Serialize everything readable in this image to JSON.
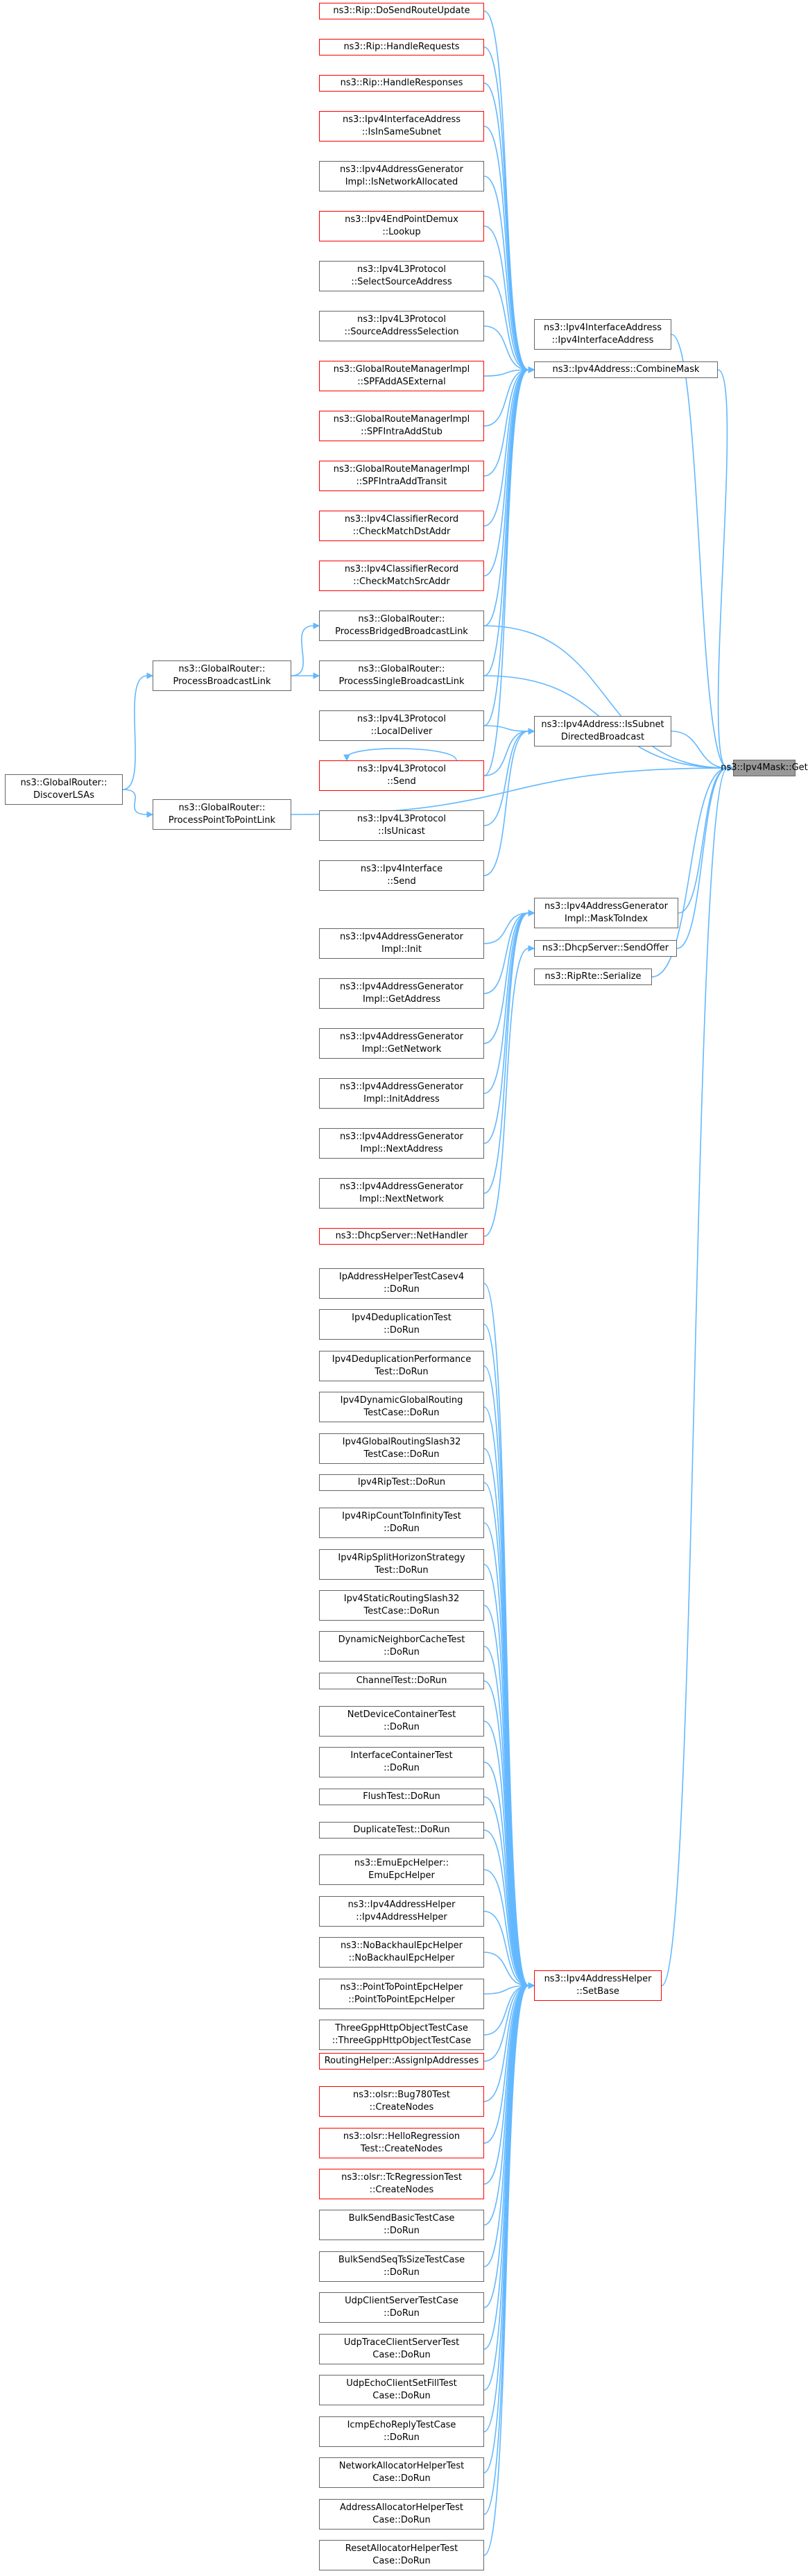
{
  "colors": {
    "edge": "#63b8ff",
    "node_border": "#666666",
    "node_border_highlight": "#ff0000",
    "target_fill": "#999999"
  },
  "nodes": [
    {
      "id": "t",
      "label": "ns3::Ipv4Mask::Get",
      "style": "target"
    },
    {
      "id": "cm",
      "label": "ns3::Ipv4Address::CombineMask",
      "style": "normal"
    },
    {
      "id": "iiaI",
      "label": "ns3::Ipv4InterfaceAddress\n::Ipv4InterfaceAddress",
      "style": "normal"
    },
    {
      "id": "isd",
      "label": "ns3::Ipv4Address::IsSubnet\nDirectedBroadcast",
      "style": "normal"
    },
    {
      "id": "mti",
      "label": "ns3::Ipv4AddressGenerator\nImpl::MaskToIndex",
      "style": "normal"
    },
    {
      "id": "dso",
      "label": "ns3::DhcpServer::SendOffer",
      "style": "normal"
    },
    {
      "id": "rrs",
      "label": "ns3::RipRte::Serialize",
      "style": "normal"
    },
    {
      "id": "sb",
      "label": "ns3::Ipv4AddressHelper\n::SetBase",
      "style": "red"
    },
    {
      "id": "rip1",
      "label": "ns3::Rip::DoSendRouteUpdate",
      "style": "red"
    },
    {
      "id": "rip2",
      "label": "ns3::Rip::HandleRequests",
      "style": "red"
    },
    {
      "id": "rip3",
      "label": "ns3::Rip::HandleResponses",
      "style": "red"
    },
    {
      "id": "iis",
      "label": "ns3::Ipv4InterfaceAddress\n::IsInSameSubnet",
      "style": "red"
    },
    {
      "id": "gna",
      "label": "ns3::Ipv4AddressGenerator\nImpl::IsNetworkAllocated",
      "style": "normal"
    },
    {
      "id": "epd",
      "label": "ns3::Ipv4EndPointDemux\n::Lookup",
      "style": "red"
    },
    {
      "id": "ssa",
      "label": "ns3::Ipv4L3Protocol\n::SelectSourceAddress",
      "style": "normal"
    },
    {
      "id": "sas",
      "label": "ns3::Ipv4L3Protocol\n::SourceAddressSelection",
      "style": "normal"
    },
    {
      "id": "spfa",
      "label": "ns3::GlobalRouteManagerImpl\n::SPFAddASExternal",
      "style": "red"
    },
    {
      "id": "spfs",
      "label": "ns3::GlobalRouteManagerImpl\n::SPFIntraAddStub",
      "style": "red"
    },
    {
      "id": "spft",
      "label": "ns3::GlobalRouteManagerImpl\n::SPFIntraAddTransit",
      "style": "red"
    },
    {
      "id": "cmd",
      "label": "ns3::Ipv4ClassifierRecord\n::CheckMatchDstAddr",
      "style": "red"
    },
    {
      "id": "cms",
      "label": "ns3::Ipv4ClassifierRecord\n::CheckMatchSrcAddr",
      "style": "red"
    },
    {
      "id": "pbbl",
      "label": "ns3::GlobalRouter::\nProcessBridgedBroadcastLink",
      "style": "normal"
    },
    {
      "id": "psbl",
      "label": "ns3::GlobalRouter::\nProcessSingleBroadcastLink",
      "style": "normal"
    },
    {
      "id": "pbl",
      "label": "ns3::GlobalRouter::\nProcessBroadcastLink",
      "style": "normal"
    },
    {
      "id": "ld",
      "label": "ns3::Ipv4L3Protocol\n::LocalDeliver",
      "style": "normal"
    },
    {
      "id": "snd",
      "label": "ns3::Ipv4L3Protocol\n::Send",
      "style": "red"
    },
    {
      "id": "dsl",
      "label": "ns3::GlobalRouter::\nDiscoverLSAs",
      "style": "normal"
    },
    {
      "id": "ppl",
      "label": "ns3::GlobalRouter::\nProcessPointToPointLink",
      "style": "normal"
    },
    {
      "id": "iuc",
      "label": "ns3::Ipv4L3Protocol\n::IsUnicast",
      "style": "normal"
    },
    {
      "id": "ifs",
      "label": "ns3::Ipv4Interface\n::Send",
      "style": "normal"
    },
    {
      "id": "ginit",
      "label": "ns3::Ipv4AddressGenerator\nImpl::Init",
      "style": "normal"
    },
    {
      "id": "gga",
      "label": "ns3::Ipv4AddressGenerator\nImpl::GetAddress",
      "style": "normal"
    },
    {
      "id": "ggn",
      "label": "ns3::Ipv4AddressGenerator\nImpl::GetNetwork",
      "style": "normal"
    },
    {
      "id": "gia",
      "label": "ns3::Ipv4AddressGenerator\nImpl::InitAddress",
      "style": "normal"
    },
    {
      "id": "gnxa",
      "label": "ns3::Ipv4AddressGenerator\nImpl::NextAddress",
      "style": "normal"
    },
    {
      "id": "gnxn",
      "label": "ns3::Ipv4AddressGenerator\nImpl::NextNetwork",
      "style": "normal"
    },
    {
      "id": "dnh",
      "label": "ns3::DhcpServer::NetHandler",
      "style": "red"
    },
    {
      "id": "c1",
      "label": "IpAddressHelperTestCasev4\n::DoRun",
      "style": "normal"
    },
    {
      "id": "c2",
      "label": "Ipv4DeduplicationTest\n::DoRun",
      "style": "normal"
    },
    {
      "id": "c3",
      "label": "Ipv4DeduplicationPerformance\nTest::DoRun",
      "style": "normal"
    },
    {
      "id": "c4",
      "label": "Ipv4DynamicGlobalRouting\nTestCase::DoRun",
      "style": "normal"
    },
    {
      "id": "c5",
      "label": "Ipv4GlobalRoutingSlash32\nTestCase::DoRun",
      "style": "normal"
    },
    {
      "id": "c6",
      "label": "Ipv4RipTest::DoRun",
      "style": "normal"
    },
    {
      "id": "c7",
      "label": "Ipv4RipCountToInfinityTest\n::DoRun",
      "style": "normal"
    },
    {
      "id": "c8",
      "label": "Ipv4RipSplitHorizonStrategy\nTest::DoRun",
      "style": "normal"
    },
    {
      "id": "c9",
      "label": "Ipv4StaticRoutingSlash32\nTestCase::DoRun",
      "style": "normal"
    },
    {
      "id": "c10",
      "label": "DynamicNeighborCacheTest\n::DoRun",
      "style": "normal"
    },
    {
      "id": "c11",
      "label": "ChannelTest::DoRun",
      "style": "normal"
    },
    {
      "id": "c12",
      "label": "NetDeviceContainerTest\n::DoRun",
      "style": "normal"
    },
    {
      "id": "c13",
      "label": "InterfaceContainerTest\n::DoRun",
      "style": "normal"
    },
    {
      "id": "c14",
      "label": "FlushTest::DoRun",
      "style": "normal"
    },
    {
      "id": "c15",
      "label": "DuplicateTest::DoRun",
      "style": "normal"
    },
    {
      "id": "c16",
      "label": "ns3::EmuEpcHelper::\nEmuEpcHelper",
      "style": "normal"
    },
    {
      "id": "c17",
      "label": "ns3::Ipv4AddressHelper\n::Ipv4AddressHelper",
      "style": "normal"
    },
    {
      "id": "c18",
      "label": "ns3::NoBackhaulEpcHelper\n::NoBackhaulEpcHelper",
      "style": "normal"
    },
    {
      "id": "c19",
      "label": "ns3::PointToPointEpcHelper\n::PointToPointEpcHelper",
      "style": "normal"
    },
    {
      "id": "c20",
      "label": "ThreeGppHttpObjectTestCase\n::ThreeGppHttpObjectTestCase",
      "style": "normal"
    },
    {
      "id": "c21",
      "label": "RoutingHelper::AssignIpAddresses",
      "style": "red"
    },
    {
      "id": "c22",
      "label": "ns3::olsr::Bug780Test\n::CreateNodes",
      "style": "red"
    },
    {
      "id": "c23",
      "label": "ns3::olsr::HelloRegression\nTest::CreateNodes",
      "style": "red"
    },
    {
      "id": "c24",
      "label": "ns3::olsr::TcRegressionTest\n::CreateNodes",
      "style": "red"
    },
    {
      "id": "c25",
      "label": "BulkSendBasicTestCase\n::DoRun",
      "style": "normal"
    },
    {
      "id": "c26",
      "label": "BulkSendSeqTsSizeTestCase\n::DoRun",
      "style": "normal"
    },
    {
      "id": "c27",
      "label": "UdpClientServerTestCase\n::DoRun",
      "style": "normal"
    },
    {
      "id": "c28",
      "label": "UdpTraceClientServerTest\nCase::DoRun",
      "style": "normal"
    },
    {
      "id": "c29",
      "label": "UdpEchoClientSetFillTest\nCase::DoRun",
      "style": "normal"
    },
    {
      "id": "c30",
      "label": "IcmpEchoReplyTestCase\n::DoRun",
      "style": "normal"
    },
    {
      "id": "c31",
      "label": "NetworkAllocatorHelperTest\nCase::DoRun",
      "style": "normal"
    },
    {
      "id": "c32",
      "label": "AddressAllocatorHelperTest\nCase::DoRun",
      "style": "normal"
    },
    {
      "id": "c33",
      "label": "ResetAllocatorHelperTest\nCase::DoRun",
      "style": "normal"
    }
  ],
  "edges": [
    [
      "cm",
      "t"
    ],
    [
      "iiaI",
      "t"
    ],
    [
      "isd",
      "t"
    ],
    [
      "mti",
      "t"
    ],
    [
      "dso",
      "t"
    ],
    [
      "rrs",
      "t"
    ],
    [
      "sb",
      "t"
    ],
    [
      "pbbl",
      "t"
    ],
    [
      "psbl",
      "t"
    ],
    [
      "ppl",
      "t"
    ],
    [
      "rip1",
      "cm"
    ],
    [
      "rip2",
      "cm"
    ],
    [
      "rip3",
      "cm"
    ],
    [
      "iis",
      "cm"
    ],
    [
      "gna",
      "cm"
    ],
    [
      "epd",
      "cm"
    ],
    [
      "ssa",
      "cm"
    ],
    [
      "sas",
      "cm"
    ],
    [
      "spfa",
      "cm"
    ],
    [
      "spfs",
      "cm"
    ],
    [
      "spft",
      "cm"
    ],
    [
      "cmd",
      "cm"
    ],
    [
      "cms",
      "cm"
    ],
    [
      "pbbl",
      "cm"
    ],
    [
      "psbl",
      "cm"
    ],
    [
      "ld",
      "cm"
    ],
    [
      "snd",
      "cm"
    ],
    [
      "pbl",
      "pbbl"
    ],
    [
      "pbl",
      "psbl"
    ],
    [
      "dsl",
      "pbl"
    ],
    [
      "dsl",
      "ppl"
    ],
    [
      "snd",
      "isd"
    ],
    [
      "iuc",
      "isd"
    ],
    [
      "ifs",
      "isd"
    ],
    [
      "ld",
      "isd"
    ],
    [
      "snd",
      "snd"
    ],
    [
      "ginit",
      "mti"
    ],
    [
      "gga",
      "mti"
    ],
    [
      "ggn",
      "mti"
    ],
    [
      "gia",
      "mti"
    ],
    [
      "gnxa",
      "mti"
    ],
    [
      "gnxn",
      "mti"
    ],
    [
      "dnh",
      "dso"
    ],
    [
      "c1",
      "sb"
    ],
    [
      "c2",
      "sb"
    ],
    [
      "c3",
      "sb"
    ],
    [
      "c4",
      "sb"
    ],
    [
      "c5",
      "sb"
    ],
    [
      "c6",
      "sb"
    ],
    [
      "c7",
      "sb"
    ],
    [
      "c8",
      "sb"
    ],
    [
      "c9",
      "sb"
    ],
    [
      "c10",
      "sb"
    ],
    [
      "c11",
      "sb"
    ],
    [
      "c12",
      "sb"
    ],
    [
      "c13",
      "sb"
    ],
    [
      "c14",
      "sb"
    ],
    [
      "c15",
      "sb"
    ],
    [
      "c16",
      "sb"
    ],
    [
      "c17",
      "sb"
    ],
    [
      "c18",
      "sb"
    ],
    [
      "c19",
      "sb"
    ],
    [
      "c20",
      "sb"
    ],
    [
      "c21",
      "sb"
    ],
    [
      "c22",
      "sb"
    ],
    [
      "c23",
      "sb"
    ],
    [
      "c24",
      "sb"
    ],
    [
      "c25",
      "sb"
    ],
    [
      "c26",
      "sb"
    ],
    [
      "c27",
      "sb"
    ],
    [
      "c28",
      "sb"
    ],
    [
      "c29",
      "sb"
    ],
    [
      "c30",
      "sb"
    ],
    [
      "c31",
      "sb"
    ],
    [
      "c32",
      "sb"
    ],
    [
      "c33",
      "sb"
    ]
  ]
}
